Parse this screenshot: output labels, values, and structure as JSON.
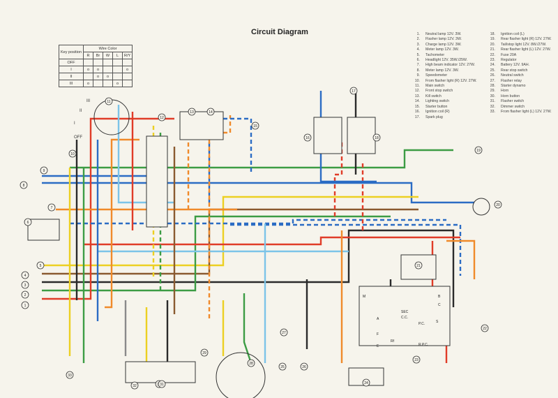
{
  "title": "Circuit Diagram",
  "key_table": {
    "header_key": "Key position",
    "header_wire": "Wire Color",
    "wire_colors": [
      "R",
      "Br",
      "W",
      "L",
      "R/Y"
    ],
    "rows": [
      {
        "position": "OFF",
        "connected": []
      },
      {
        "position": "I",
        "connected": [
          "R",
          "Br",
          "R/Y"
        ]
      },
      {
        "position": "II",
        "connected": [
          "Br",
          "W"
        ]
      },
      {
        "position": "III",
        "connected": [
          "R",
          "L"
        ]
      }
    ]
  },
  "switch_positions": [
    "III",
    "II",
    "I",
    "OFF"
  ],
  "legend": [
    {
      "n": "1.",
      "label": "Neutral lamp 12V. 3W."
    },
    {
      "n": "2.",
      "label": "Flasher lamp 12V. 3W."
    },
    {
      "n": "3.",
      "label": "Charge lamp 12V. 3W."
    },
    {
      "n": "4.",
      "label": "Meter lamp 12V. 3W."
    },
    {
      "n": "5.",
      "label": "Tachometer"
    },
    {
      "n": "6.",
      "label": "Headlight 12V. 35W./25W."
    },
    {
      "n": "7.",
      "label": "High beam indicator 12V. 27W."
    },
    {
      "n": "8.",
      "label": "Meter lamp 12V. 3W."
    },
    {
      "n": "9.",
      "label": "Speedometer"
    },
    {
      "n": "10.",
      "label": "From flasher light (R) 12V. 27W."
    },
    {
      "n": "11.",
      "label": "Main switch"
    },
    {
      "n": "12.",
      "label": "Front stop switch"
    },
    {
      "n": "13.",
      "label": "Kill switch"
    },
    {
      "n": "14.",
      "label": "Lighting switch"
    },
    {
      "n": "15.",
      "label": "Starter button"
    },
    {
      "n": "16.",
      "label": "Ignition coil (R)"
    },
    {
      "n": "17.",
      "label": "Spark plug"
    },
    {
      "n": "18.",
      "label": "Ignition coil (L)"
    },
    {
      "n": "19.",
      "label": "Rear flasher light (R) 12V. 27W."
    },
    {
      "n": "20.",
      "label": "Tail/stop light 12V. 8W./27W."
    },
    {
      "n": "21.",
      "label": "Rear flasher light (L) 12V. 27W."
    },
    {
      "n": "22.",
      "label": "Fuse 20A"
    },
    {
      "n": "23.",
      "label": "Regulator"
    },
    {
      "n": "24.",
      "label": "Battery 12V. 9AH."
    },
    {
      "n": "25.",
      "label": "Rear stop switch"
    },
    {
      "n": "26.",
      "label": "Neutral switch"
    },
    {
      "n": "27.",
      "label": "Flasher relay"
    },
    {
      "n": "28.",
      "label": "Starter dynamo"
    },
    {
      "n": "29.",
      "label": "Horn"
    },
    {
      "n": "30.",
      "label": "Horn button"
    },
    {
      "n": "31.",
      "label": "Flasher switch"
    },
    {
      "n": "32.",
      "label": "Dimmer switch"
    },
    {
      "n": "33.",
      "label": "From flasher light (L) 12V. 27W."
    }
  ],
  "regulator_terminals": [
    "M",
    "B",
    "C",
    "A",
    "F",
    "E",
    "S",
    "P.C.",
    "C.C.",
    "SEC",
    "R.P.C.",
    "Rf"
  ],
  "wire_colors": {
    "blue": "#2b6cc4",
    "red": "#e03c28",
    "orange": "#f08a2a",
    "yellow": "#ecd022",
    "green": "#3c9c44",
    "black": "#2a2a2a",
    "brown": "#8a5a30",
    "lightblue": "#7cc4e8",
    "grey": "#8a8a8a"
  }
}
